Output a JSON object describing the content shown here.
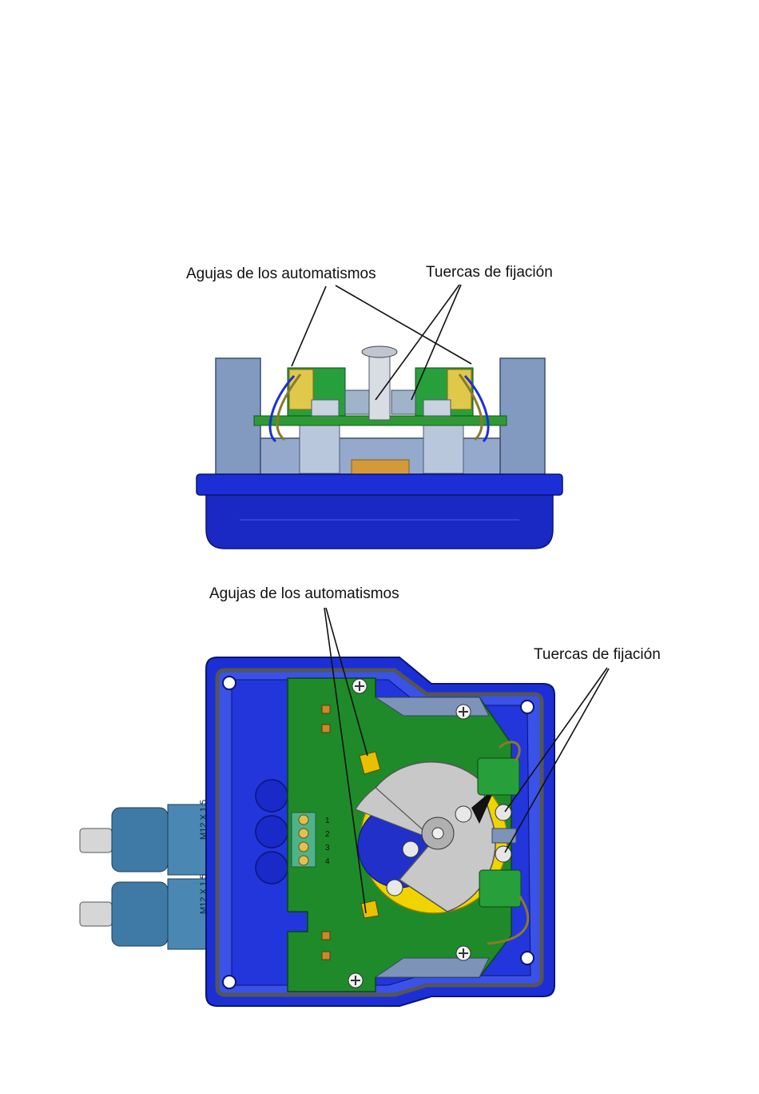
{
  "figure_top": {
    "label_needles": "Agujas de los automatismos",
    "label_nuts": "Tuercas de fijación"
  },
  "figure_bottom": {
    "label_needles": "Agujas de los automatismos",
    "label_nuts": "Tuercas de fijación",
    "gland_marking_1": "M12 X 1,5",
    "gland_marking_2": "M12 X 1,5",
    "terminal_numbers": [
      "1",
      "2",
      "3",
      "4"
    ]
  },
  "colors": {
    "housing_blue": "#1c2fd6",
    "pcb_green": "#1f8a2a",
    "cam_yellow": "#f0d400",
    "disc_gray": "#c8c8c8",
    "bracket_steel": "#7d93b8"
  }
}
